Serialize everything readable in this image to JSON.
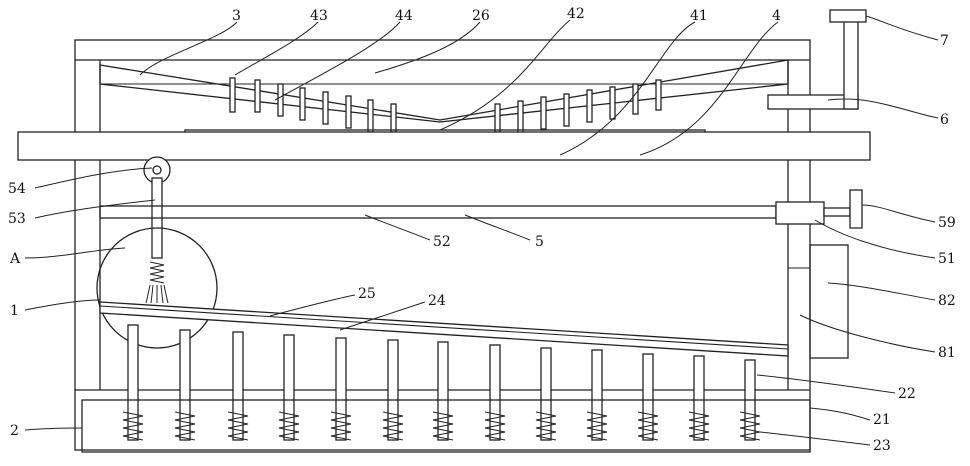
{
  "labels": {
    "l3": "3",
    "l43": "43",
    "l44": "44",
    "l26": "26",
    "l42": "42",
    "l41": "41",
    "l4": "4",
    "l7": "7",
    "l6": "6",
    "l54": "54",
    "l53": "53",
    "lA": "A",
    "l1": "1",
    "l2": "2",
    "l25": "25",
    "l24": "24",
    "l52": "52",
    "l5": "5",
    "l59": "59",
    "l51": "51",
    "l82": "82",
    "l81": "81",
    "l22": "22",
    "l21": "21",
    "l23": "23"
  }
}
